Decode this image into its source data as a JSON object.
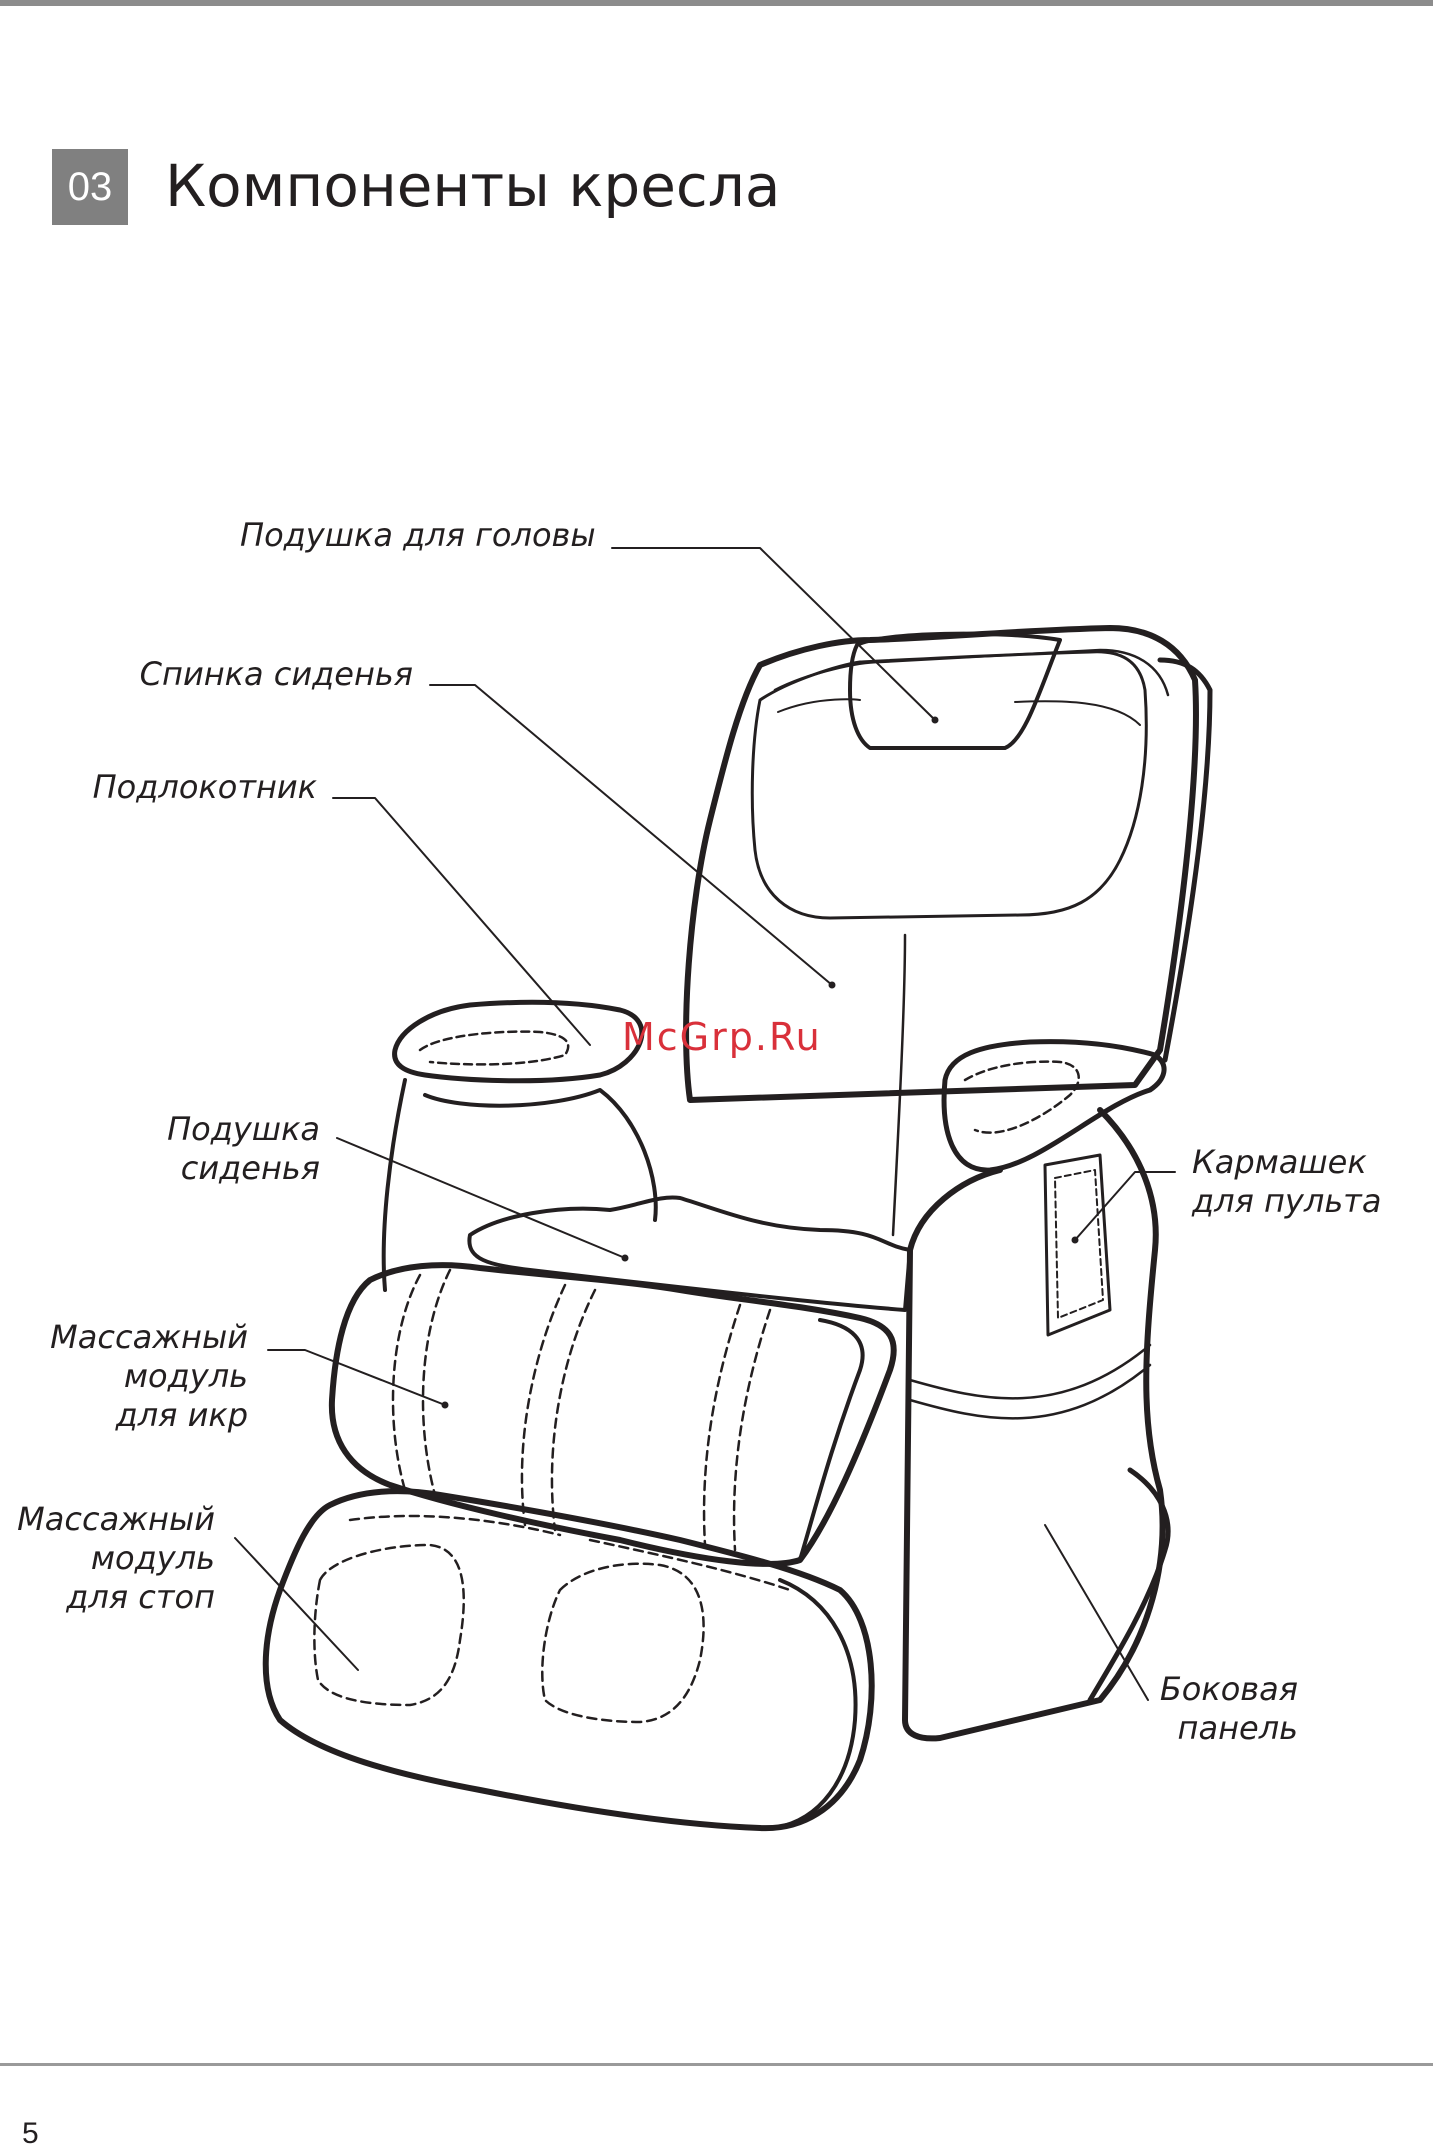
{
  "header": {
    "section_number": "03",
    "title": "Компоненты кресла"
  },
  "labels": {
    "head_cushion": "Подушка для головы",
    "seat_back": "Спинка сиденья",
    "armrest": "Подлокотник",
    "seat_cushion_line1": "Подушка",
    "seat_cushion_line2": "сиденья",
    "calf_module_line1": "Массажный",
    "calf_module_line2": "модуль",
    "calf_module_line3": "для икр",
    "foot_module_line1": "Массажный",
    "foot_module_line2": "модуль",
    "foot_module_line3": "для стоп",
    "remote_pocket_line1": "Кармашек",
    "remote_pocket_line2": "для пульта",
    "side_panel_line1": "Боковая",
    "side_panel_line2": "панель"
  },
  "watermark": "McGrp.Ru",
  "footer": {
    "page_number": "5"
  }
}
